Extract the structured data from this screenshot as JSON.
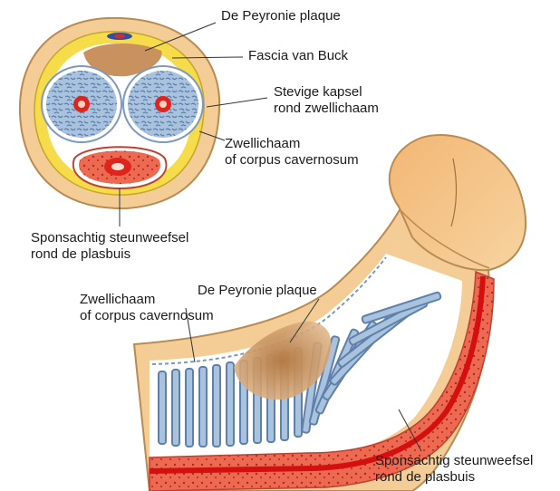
{
  "labels": {
    "plaque_top": "De Peyronie plaque",
    "fascia": "Fascia van Buck",
    "kapsel": [
      "Stevige kapsel",
      "rond zwellichaam"
    ],
    "zwellichaam_top": [
      "Zwellichaam",
      "of corpus cavernosum"
    ],
    "spons_top": [
      "Sponsachtig steunweefsel",
      "rond de plasbuis"
    ],
    "zwellichaam_mid": [
      "Zwellichaam",
      "of corpus cavernosum"
    ],
    "plaque_mid": "De Peyronie plaque",
    "spons_bottom": [
      "Sponsachtig steunweefsel",
      "rond de plasbuis"
    ]
  },
  "colors": {
    "skin": "#f4cc96",
    "skin_outline": "#c89a5a",
    "fascia_yellow": "#f6dc4a",
    "corpus_blue": "#a9c3df",
    "corpus_dark": "#6f8fb6",
    "artery": "#e0231b",
    "plaque": "#c8915e",
    "spongy": "#e9533a",
    "urethra": "#d40f0f"
  }
}
